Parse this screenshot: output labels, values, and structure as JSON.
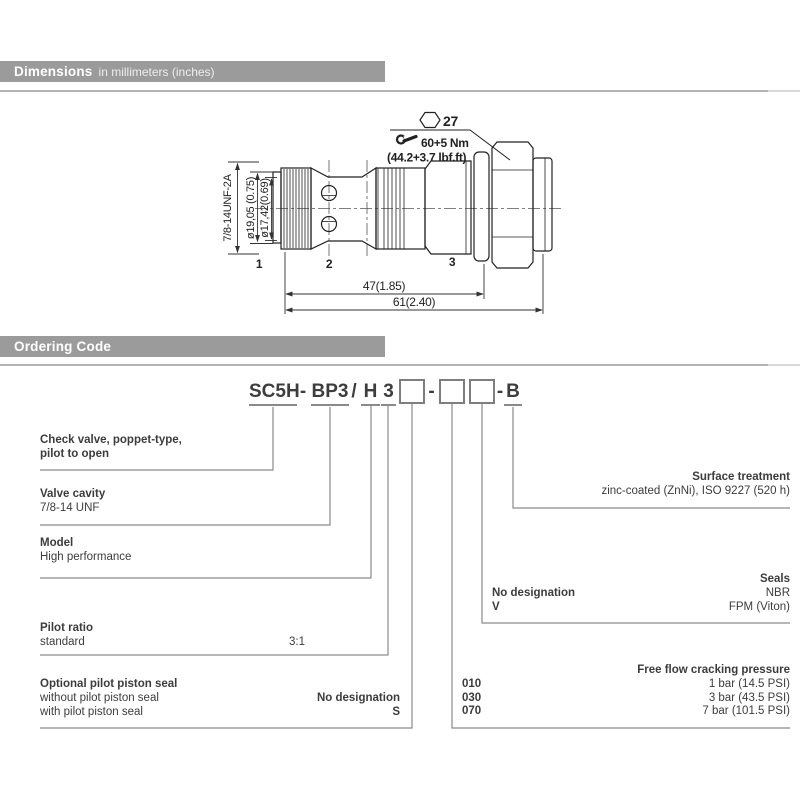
{
  "ui": {
    "bar_bg": "#9b9b9b",
    "rule_color": "#b3b3b3",
    "text_dark": "#3c3c3c",
    "connector_gray": "#8a8a8a",
    "drawing_line": "#222222"
  },
  "dimensions_section": {
    "title": "Dimensions",
    "subtitle": "in millimeters (inches)",
    "drawing": {
      "wrench_size": "27",
      "torque_metric": "60+5 Nm",
      "torque_imperial": "(44.2+3.7 lbf.ft)",
      "thread": "7/8-14UNF-2A",
      "dia_1": "ø19,05 (0.75)",
      "dia_2": "ø17,42(0.69)",
      "ports": [
        "1",
        "2",
        "3"
      ],
      "length_1": "47(1.85)",
      "length_2": "61(2.40)"
    }
  },
  "ordering_section": {
    "title": "Ordering Code",
    "code": {
      "family": "SC5H",
      "sep1": "-",
      "cavity": "BP3",
      "sep2": "/",
      "model": "H",
      "ratio": "3",
      "sep3": "-",
      "sep4": "-",
      "suffix": "B"
    },
    "blocks": {
      "check_valve": {
        "line1": "Check valve, poppet-type,",
        "line2": "pilot to open"
      },
      "valve_cavity": {
        "title": "Valve cavity",
        "value": "7/8-14 UNF"
      },
      "model": {
        "title": "Model",
        "value": "High performance"
      },
      "pilot_ratio": {
        "title": "Pilot ratio",
        "label": "standard",
        "value": "3:1"
      },
      "pilot_seal": {
        "title": "Optional pilot piston seal",
        "rows": [
          {
            "label": "without pilot piston seal",
            "value": "No designation"
          },
          {
            "label": "with pilot piston seal",
            "value": "S"
          }
        ]
      },
      "surface": {
        "title": "Surface treatment",
        "value": "zinc-coated (ZnNi), ISO 9227 (520 h)"
      },
      "seals": {
        "title": "Seals",
        "rows": [
          {
            "label": "No designation",
            "value": "NBR"
          },
          {
            "label": "V",
            "value": "FPM (Viton)"
          }
        ]
      },
      "cracking": {
        "title": "Free flow cracking pressure",
        "rows": [
          {
            "code": "010",
            "value": "1 bar (14.5 PSI)"
          },
          {
            "code": "030",
            "value": "3 bar (43.5 PSI)"
          },
          {
            "code": "070",
            "value": "7 bar (101.5 PSI)"
          }
        ]
      }
    }
  }
}
